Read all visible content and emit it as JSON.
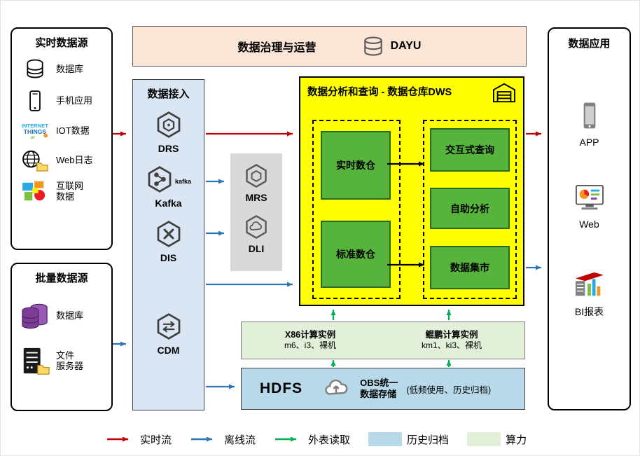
{
  "banner": {
    "title": "数据治理与运营",
    "logo_text": "DAYU"
  },
  "realtime_sources": {
    "title": "实时数据源",
    "items": [
      {
        "label": "数据库",
        "icon": "database-icon"
      },
      {
        "label": "手机应用",
        "icon": "phone-icon"
      },
      {
        "label": "IOT数据",
        "icon": "iot-icon"
      },
      {
        "label": "Web日志",
        "icon": "weblog-icon"
      },
      {
        "label": "互联网\n数据",
        "icon": "internet-icon"
      }
    ]
  },
  "batch_sources": {
    "title": "批量数据源",
    "items": [
      {
        "label": "数据库",
        "icon": "purple-database-icon"
      },
      {
        "label": "文件\n服务器",
        "icon": "file-server-icon"
      }
    ]
  },
  "ingestion": {
    "title": "数据接入",
    "items": [
      {
        "label": "DRS",
        "icon": "drs-icon"
      },
      {
        "label": "Kafka",
        "icon": "kafka-icon",
        "sublabel": "kafka"
      },
      {
        "label": "DIS",
        "icon": "dis-icon"
      },
      {
        "label": "CDM",
        "icon": "cdm-icon"
      }
    ]
  },
  "processing": {
    "items": [
      {
        "label": "MRS",
        "icon": "mrs-icon"
      },
      {
        "label": "DLI",
        "icon": "dli-icon"
      }
    ]
  },
  "dws": {
    "title": "数据分析和查询 - 数据仓库DWS",
    "warehouses": [
      "实时数仓",
      "标准数仓"
    ],
    "services": [
      "交互式查询",
      "自助分析",
      "数据集市"
    ]
  },
  "compute": {
    "x86": {
      "title": "X86计算实例",
      "spec": "m6、i3、裸机"
    },
    "kunpeng": {
      "title": "鲲鹏计算实例",
      "spec": "km1、ki3、裸机"
    }
  },
  "storage": {
    "hdfs_label": "HDFS",
    "obs_label": "OBS统一\n数据存储",
    "note": "(低频使用、历史归档)"
  },
  "apps": {
    "title": "数据应用",
    "items": [
      {
        "label": "APP",
        "icon": "app-icon"
      },
      {
        "label": "Web",
        "icon": "web-icon"
      },
      {
        "label": "BI报表",
        "icon": "bi-icon"
      }
    ]
  },
  "legend": {
    "items": [
      {
        "label": "实时流",
        "type": "arrow",
        "color": "#c00000"
      },
      {
        "label": "离线流",
        "type": "arrow",
        "color": "#2e75b6"
      },
      {
        "label": "外表读取",
        "type": "arrow",
        "color": "#00b050"
      },
      {
        "label": "历史归档",
        "type": "swatch",
        "color": "#b8d9ea"
      },
      {
        "label": "算力",
        "type": "swatch",
        "color": "#e2efd9"
      }
    ]
  },
  "colors": {
    "banner_bg": "#fbe5d6",
    "ingestion_bg": "#dae6f3",
    "processing_bg": "#d9d9d9",
    "dws_bg": "#ffff00",
    "warehouse_green": "#56b33b",
    "compute_bg": "#e2efd9",
    "storage_bg": "#b8d9ea",
    "realtime_flow": "#c00000",
    "offline_flow": "#2e75b6",
    "external_read": "#00b050"
  }
}
